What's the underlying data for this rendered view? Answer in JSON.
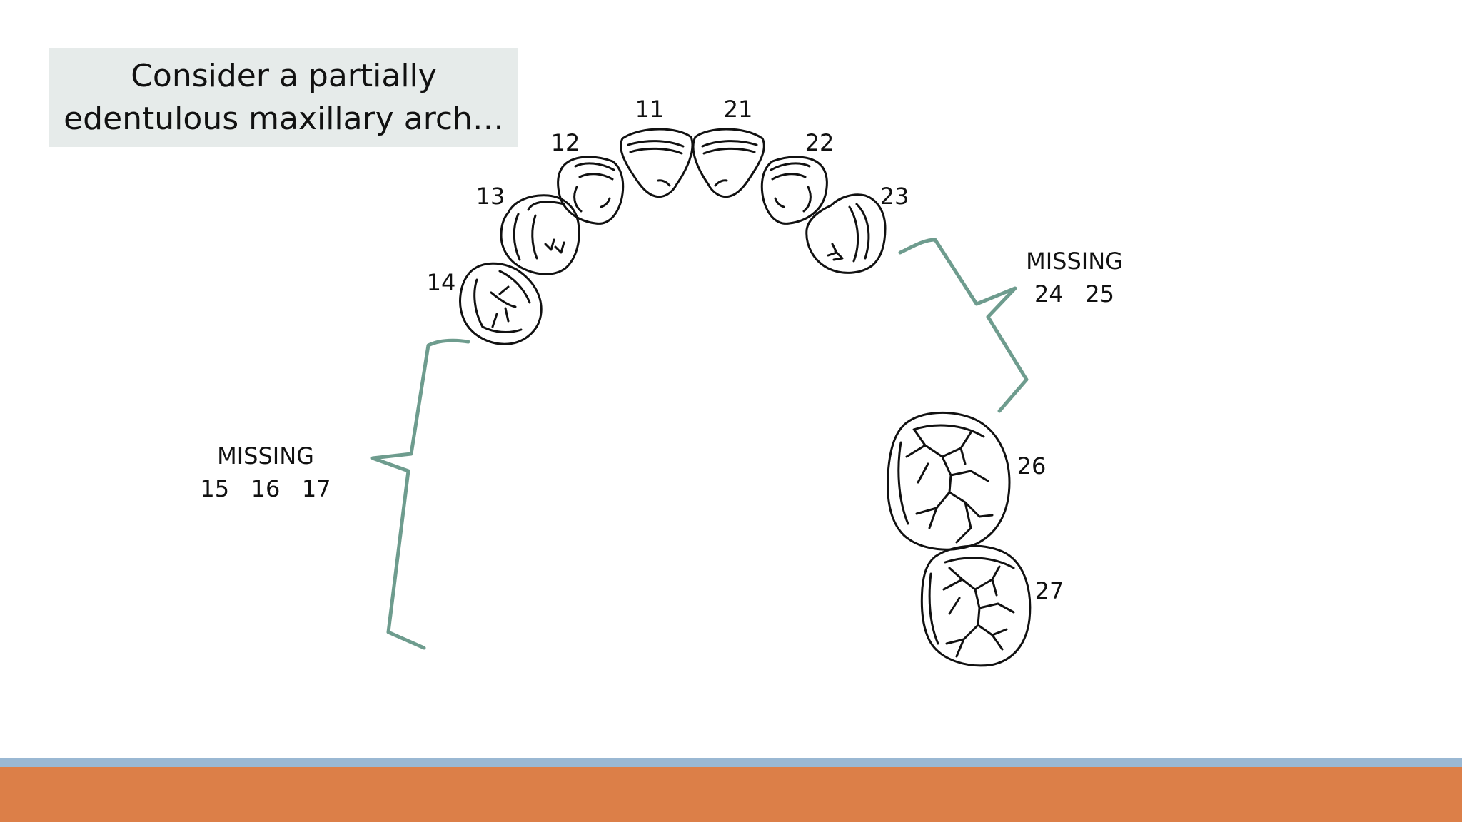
{
  "title": {
    "line1": "Consider a partially",
    "line2": "edentulous maxillary arch…"
  },
  "teeth": [
    "11",
    "21",
    "12",
    "22",
    "13",
    "23",
    "14",
    "26",
    "27"
  ],
  "missing_right": {
    "heading": "MISSING",
    "numbers": "24   25"
  },
  "missing_left": {
    "heading": "MISSING",
    "numbers": "15   16   17"
  },
  "colors": {
    "bracket": "#6e9c8e",
    "title_bg": "#e6ebea",
    "footer_blue": "#9ab8d3",
    "footer_orange": "#dc7f48"
  }
}
